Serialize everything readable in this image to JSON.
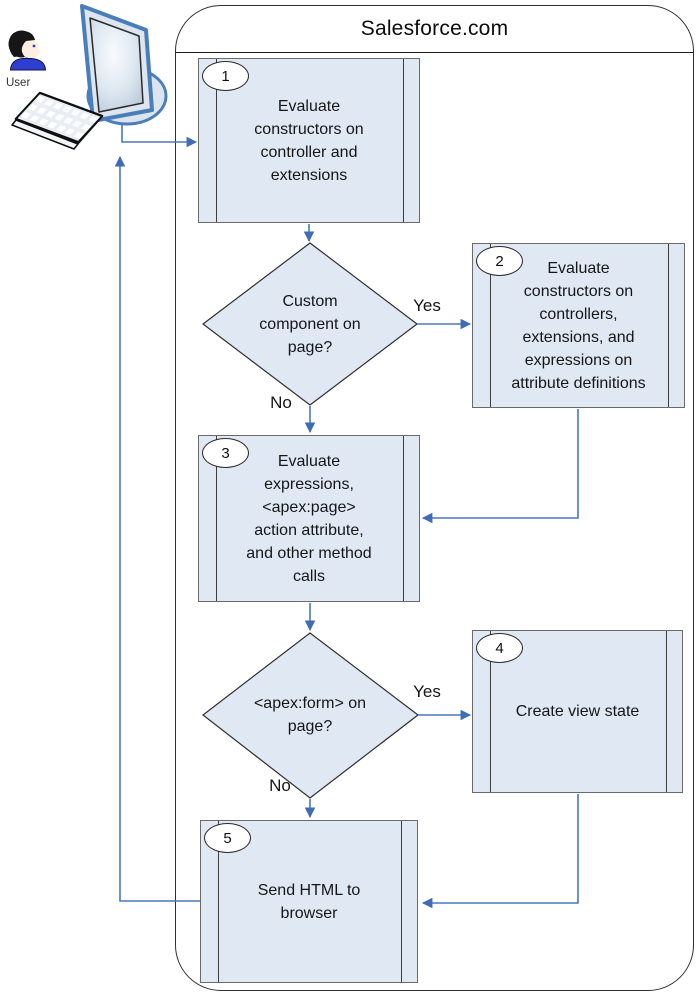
{
  "diagram": {
    "title": "Salesforce.com",
    "actor": {
      "label": "User"
    },
    "steps": [
      {
        "num": "1",
        "text": "Evaluate\nconstructors on\ncontroller and\nextensions"
      },
      {
        "num": "2",
        "text": "Evaluate\nconstructors on\ncontrollers,\nextensions, and\nexpressions on\nattribute definitions"
      },
      {
        "num": "3",
        "text": "Evaluate\nexpressions,\n<apex:page>\naction attribute,\nand other method\ncalls"
      },
      {
        "num": "4",
        "text": "Create view state"
      },
      {
        "num": "5",
        "text": "Send HTML to\nbrowser"
      }
    ],
    "decisions": [
      {
        "text": "Custom\ncomponent on\npage?",
        "yes_label": "Yes",
        "no_label": "No"
      },
      {
        "text": "<apex:form> on\npage?",
        "yes_label": "Yes",
        "no_label": "No"
      }
    ],
    "colors": {
      "node_fill": "#e0e8f4",
      "node_border": "#6a6a6a",
      "arrow_blue": "#4878be",
      "container_border": "#2e2e2e"
    }
  }
}
